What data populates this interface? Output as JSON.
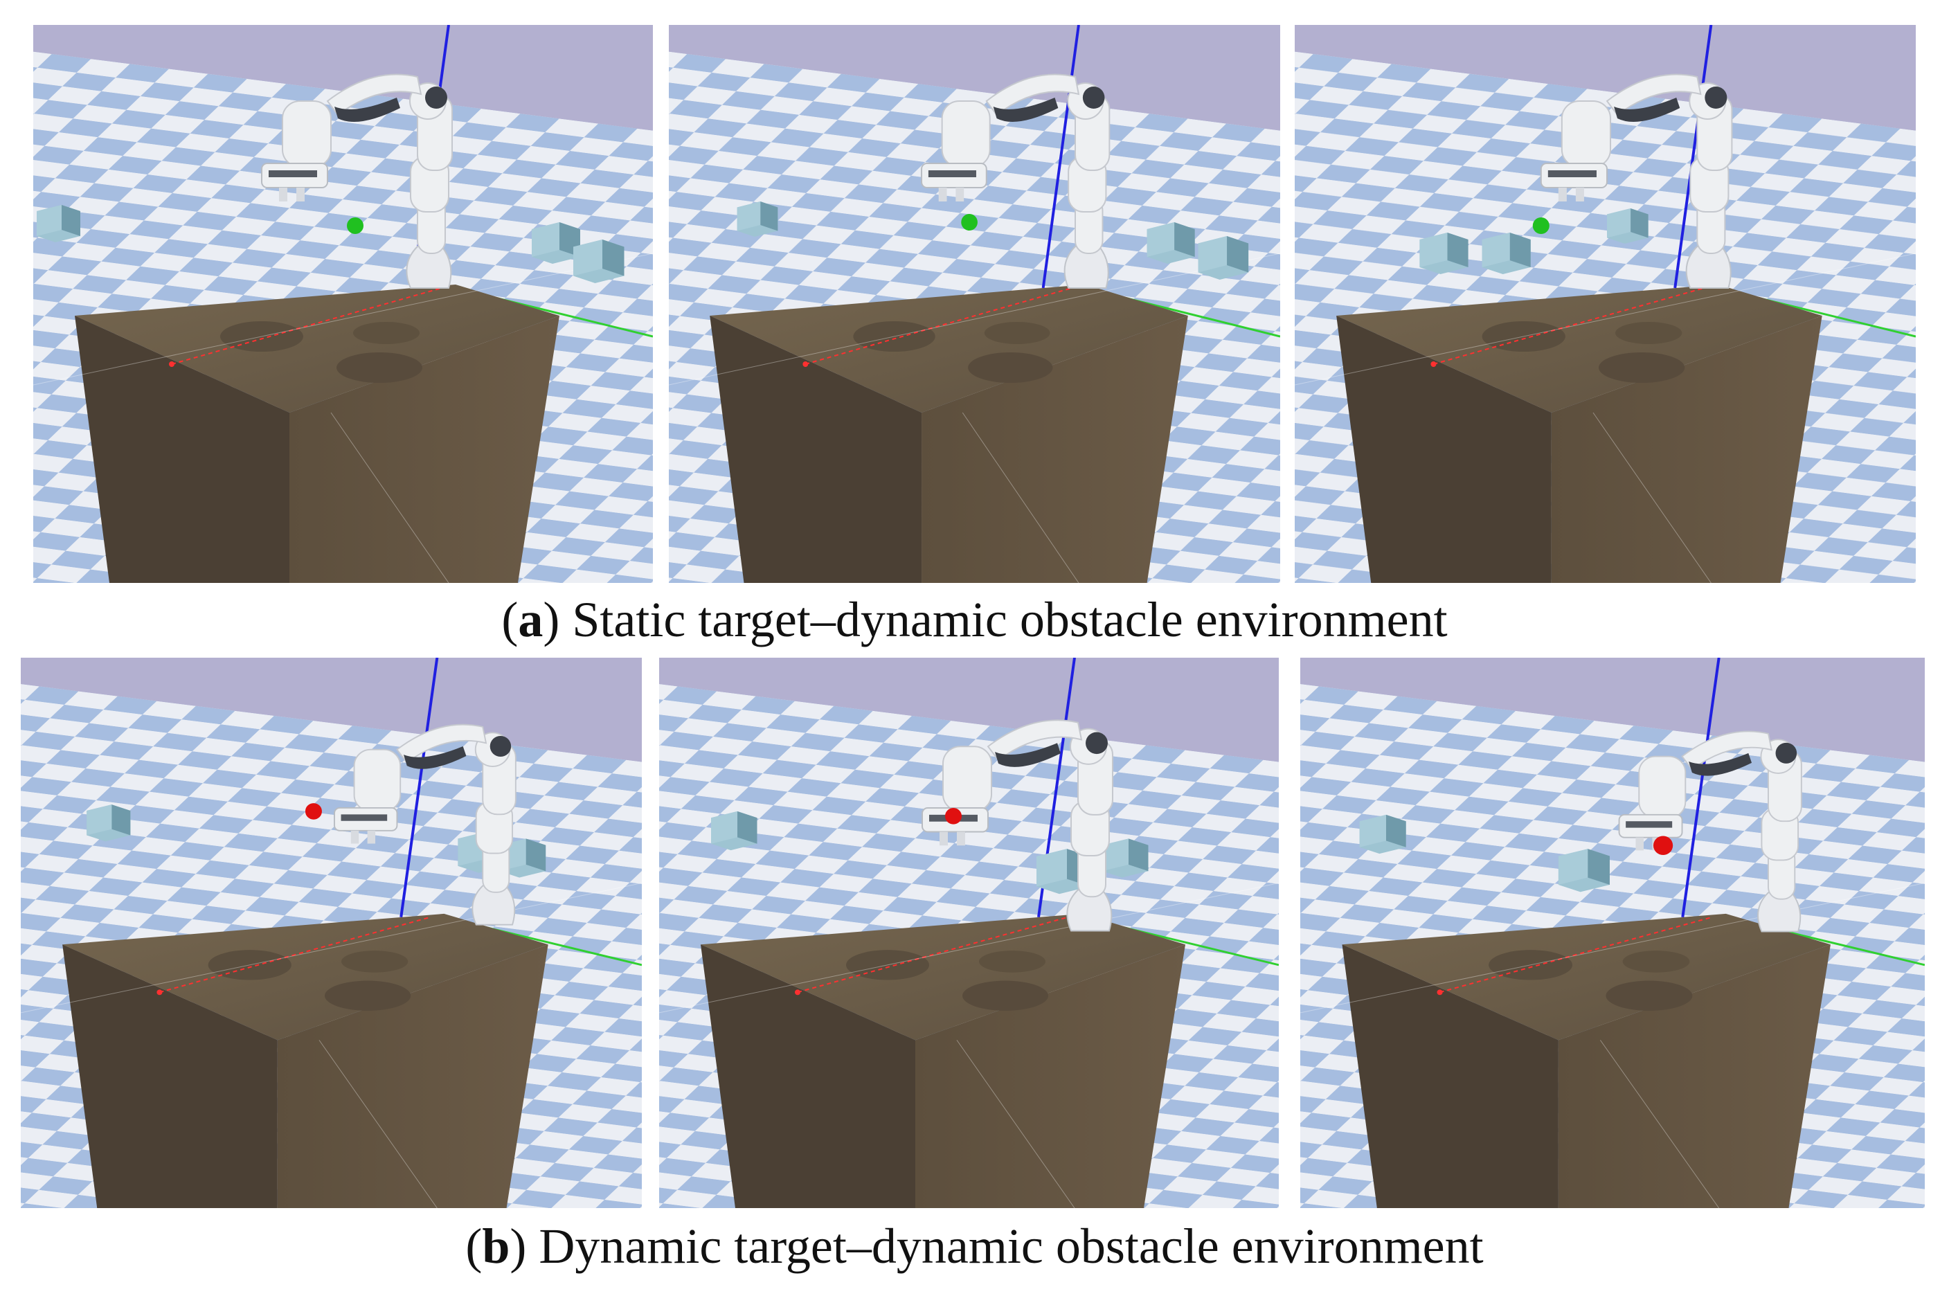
{
  "rows": [
    {
      "id": "a",
      "caption_letter": "a",
      "caption_text": "Static target–dynamic obstacle environment",
      "target_color": "#20c020",
      "panels": 3
    },
    {
      "id": "b",
      "caption_letter": "b",
      "caption_text": "Dynamic target–dynamic obstacle environment",
      "target_color": "#e01010",
      "panels": 3
    }
  ],
  "colors": {
    "sky": "#b3b0d0",
    "floor_light": "#ebeef4",
    "floor_blue": "#a6bde0",
    "table_top": "#6e604e",
    "table_side_front": "#5a4d3c",
    "table_side_left": "#4a3f32",
    "obstacle": "#9ec4d2",
    "robot_white": "#eef0f2",
    "robot_dark": "#3c4048",
    "axis_z": "#2020e0",
    "axis_y": "#30d030",
    "axis_x": "#ff3030"
  }
}
